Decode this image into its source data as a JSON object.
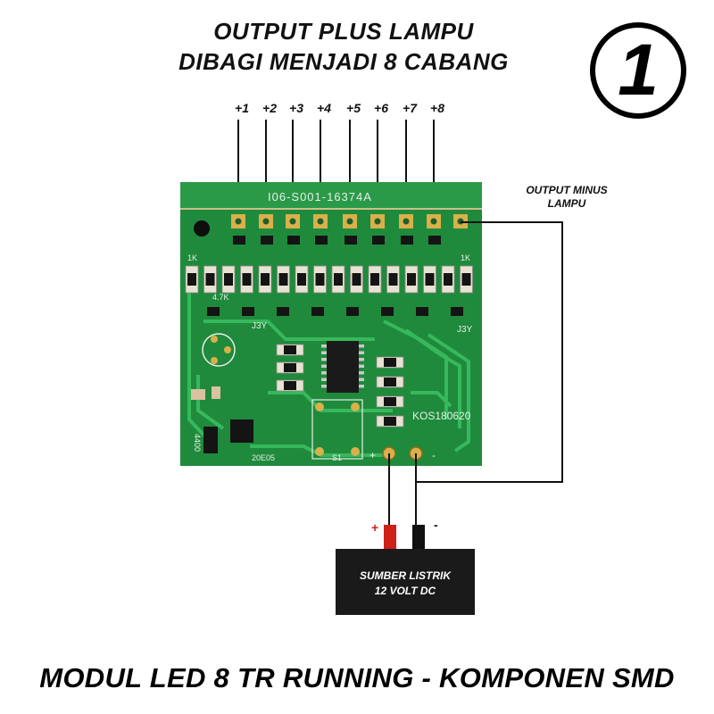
{
  "header": {
    "line1": "OUTPUT PLUS LAMPU",
    "line2": "DIBAGI MENJADI 8 CABANG"
  },
  "badge_number": "1",
  "outputs": [
    "+1",
    "+2",
    "+3",
    "+4",
    "+5",
    "+6",
    "+7",
    "+8"
  ],
  "minus_label": {
    "line1": "OUTPUT MINUS",
    "line2": "LAMPU"
  },
  "board": {
    "part_number": "I06-S001-16374A",
    "serial": "KOS180620",
    "resistor_label": "1K",
    "resistor_label_alt": "4.7K",
    "transistor_label": "J3Y",
    "diode_label": "4400",
    "switch_label": "S1",
    "ic_label": "20E05",
    "plus_mark": "+",
    "minus_mark": "-",
    "colors": {
      "pcb": "#1f8a3c",
      "trace": "#2fb055",
      "pad": "#d9b04a"
    }
  },
  "power_source": {
    "line1": "SUMBER LISTRIK",
    "line2": "12 VOLT DC",
    "plus_mark": "+",
    "minus_mark": "-",
    "colors": {
      "body": "#1a1a1a",
      "positive": "#d0201a",
      "negative": "#111111"
    }
  },
  "footer": "MODUL LED 8 TR RUNNING - KOMPONEN SMD"
}
